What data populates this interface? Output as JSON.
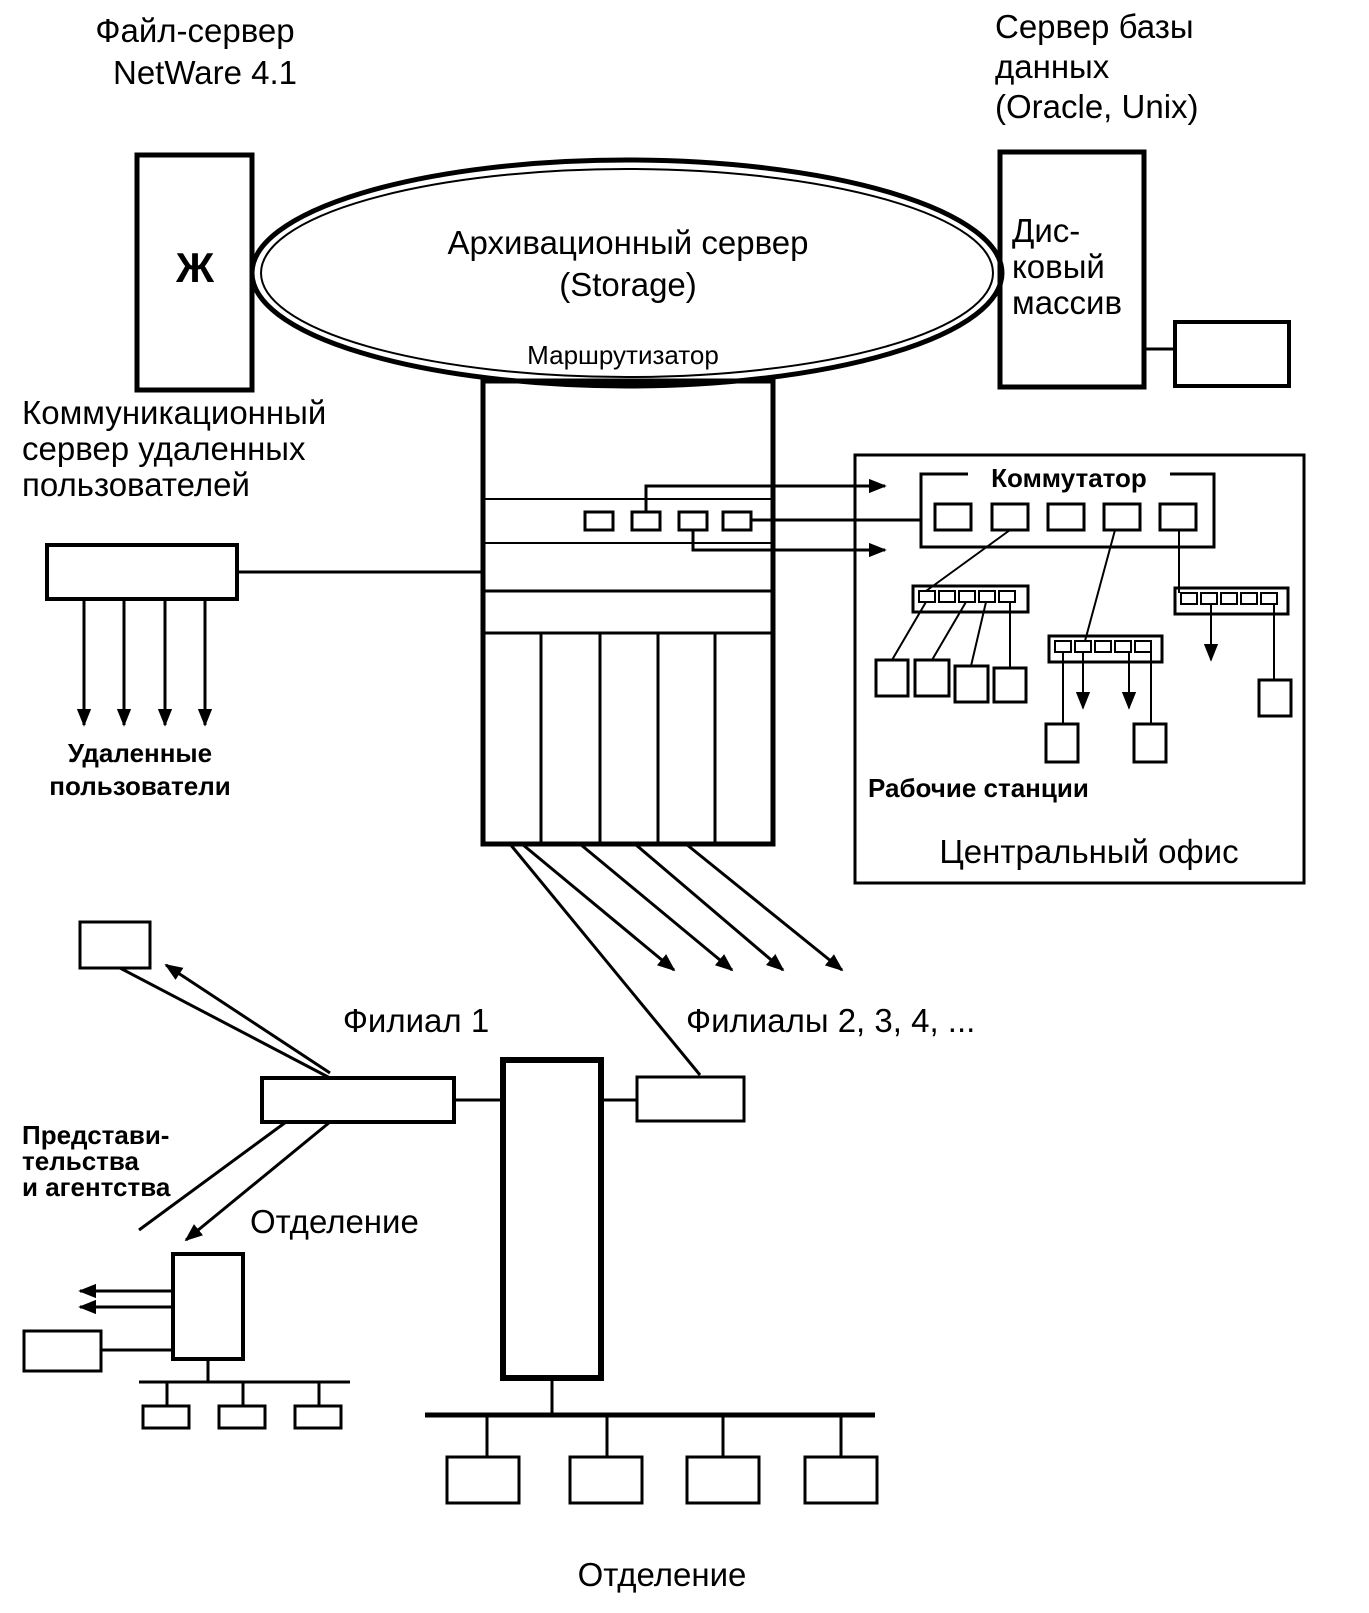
{
  "labels": {
    "file_server": [
      "Файл-сервер",
      "NetWare 4.1"
    ],
    "file_server_symbol": "Ж",
    "db_server": [
      "Сервер базы",
      "данных",
      "(Oracle, Unix)"
    ],
    "disk_array": [
      "Дис-",
      "ковый",
      "массив"
    ],
    "archive_server": [
      "Архивационный сервер",
      "(Storage)"
    ],
    "router": "Маршрутизатор",
    "comm_server": [
      "Коммуникационный",
      "сервер удаленных",
      "пользователей"
    ],
    "remote_users": [
      "Удаленные",
      "пользователи"
    ],
    "switch": "Коммутатор",
    "workstations": "Рабочие станции",
    "central_office": "Центральный офис",
    "branch_1": "Филиал 1",
    "branches_other": "Филиалы 2, 3, 4, ...",
    "representations": [
      "Представи-",
      "тельства",
      "и агентства"
    ],
    "department_left": "Отделение",
    "department_bottom": "Отделение"
  },
  "colors": {
    "ink": "#000000",
    "paper": "#ffffff"
  }
}
